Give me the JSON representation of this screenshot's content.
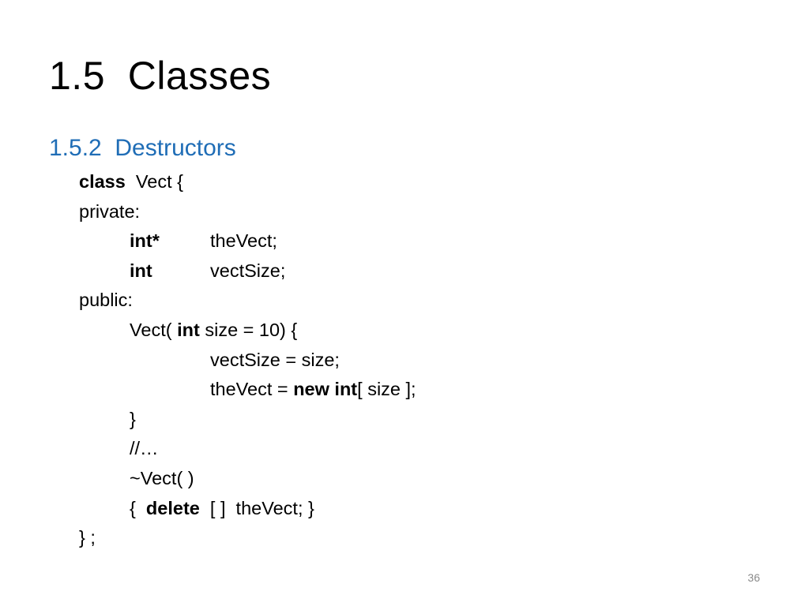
{
  "slide": {
    "title": "1.5  Classes",
    "subtitle": "1.5.2  Destructors",
    "code": [
      {
        "indent": 0,
        "segments": [
          {
            "text": "class",
            "bold": true
          },
          {
            "text": "  Vect {"
          }
        ]
      },
      {
        "indent": 0,
        "segments": [
          {
            "text": "private:"
          }
        ]
      },
      {
        "indent": 1,
        "segments": [
          {
            "text": "int*",
            "bold": true
          }
        ],
        "tab": {
          "text": "theVect;"
        }
      },
      {
        "indent": 1,
        "segments": [
          {
            "text": "int",
            "bold": true
          }
        ],
        "tab": {
          "text": "vectSize;"
        }
      },
      {
        "indent": 0,
        "segments": [
          {
            "text": "public:"
          }
        ]
      },
      {
        "indent": 1,
        "segments": [
          {
            "text": "Vect( "
          },
          {
            "text": "int",
            "bold": true
          },
          {
            "text": " size = 10) {"
          }
        ]
      },
      {
        "indent": 2,
        "segments": [
          {
            "text": "vectSize = size;"
          }
        ]
      },
      {
        "indent": 2,
        "segments": [
          {
            "text": "theVect = "
          },
          {
            "text": "new int",
            "bold": true
          },
          {
            "text": "[ size ];"
          }
        ]
      },
      {
        "indent": 1,
        "segments": [
          {
            "text": "}"
          }
        ]
      },
      {
        "indent": 1,
        "segments": [
          {
            "text": "//…"
          }
        ]
      },
      {
        "indent": 1,
        "segments": [
          {
            "text": "~Vect( )"
          }
        ]
      },
      {
        "indent": 1,
        "segments": [
          {
            "text": "{  "
          },
          {
            "text": "delete",
            "bold": true
          },
          {
            "text": "  [ ]  theVect; }"
          }
        ]
      },
      {
        "indent": 0,
        "segments": [
          {
            "text": "} ;"
          }
        ]
      }
    ],
    "page_number": "36"
  }
}
